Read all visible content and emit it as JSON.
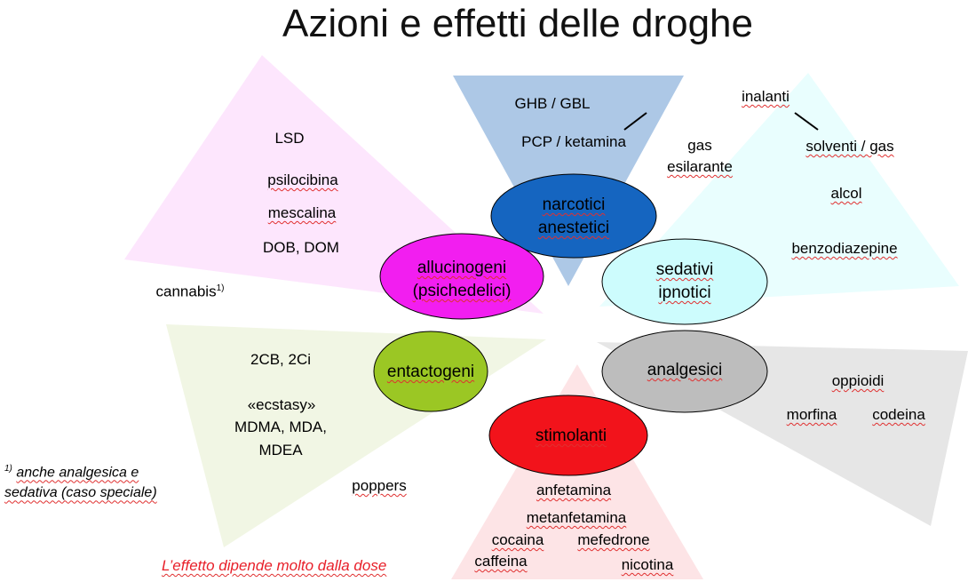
{
  "title": "Azioni e effetti delle droghe",
  "categories": {
    "narcotici": {
      "line1": "narcotici",
      "line2": "anestetici",
      "color": "#1565c0"
    },
    "allucinogeni": {
      "line1": "allucinogeni",
      "line2": "(psichedelici)",
      "color": "#f21ef0"
    },
    "sedativi": {
      "line1": "sedativi",
      "line2": "ipnotici",
      "color": "#cdfcfd"
    },
    "entactogeni": {
      "line1": "entactogeni",
      "color": "#9bc724"
    },
    "analgesici": {
      "line1": "analgesici",
      "color": "#bdbdbd"
    },
    "stimolanti": {
      "line1": "stimolanti",
      "color": "#f2131b"
    }
  },
  "narcotici_items": [
    "GHB / GBL",
    "PCP / ketamina"
  ],
  "allucinogeni_items": [
    "LSD",
    "psilocibina",
    "mescalina",
    "DOB, DOM"
  ],
  "cannabis": {
    "text": "cannabis",
    "sup": "1)"
  },
  "inalanti": {
    "label": "inalanti",
    "left1": "gas",
    "left2": "esilarante",
    "right": "solventi / gas"
  },
  "sedativi_items": [
    "alcol",
    "benzodiazepine"
  ],
  "entactogeni_items": [
    "2CB, 2Ci",
    "«ecstasy»",
    "MDMA, MDA,",
    "MDEA",
    "poppers"
  ],
  "analgesici_items": [
    "oppioidi",
    "morfina",
    "codeina"
  ],
  "stimolanti_items": [
    "anfetamina",
    "metanfetamina",
    "cocaina",
    "mefedrone",
    "caffeina",
    "nicotina"
  ],
  "footnote": {
    "sup": "1)",
    "text": "anche analgesica e sedativa (caso speciale)"
  },
  "dose_note": "L’effetto dipende molto dalla dose"
}
